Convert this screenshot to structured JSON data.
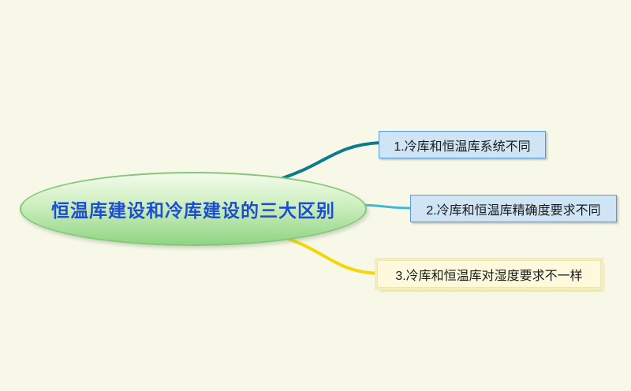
{
  "canvas": {
    "background_color": "#f8f8e8"
  },
  "root": {
    "label": "恒温库建设和冷库建设的三大区别",
    "text_color": "#1d4ecf",
    "fill_color": "#a9e29b",
    "border_color": "#84c878"
  },
  "branches": [
    {
      "label": "1.冷库和恒温库系统不同",
      "fill_color": "#cfe5f6",
      "border_color": "#5b9bd5",
      "edge_color": "#0d7b8c"
    },
    {
      "label": "2.冷库和恒温库精确度要求不同",
      "fill_color": "#cfe5f6",
      "border_color": "#5b9bd5",
      "edge_color": "#43b8d5"
    },
    {
      "label": "3.冷库和恒温库对湿度要求不一样",
      "fill_color": "#fdf9dc",
      "border_color": "#efe6ae",
      "edge_color": "#f4d60a"
    }
  ]
}
